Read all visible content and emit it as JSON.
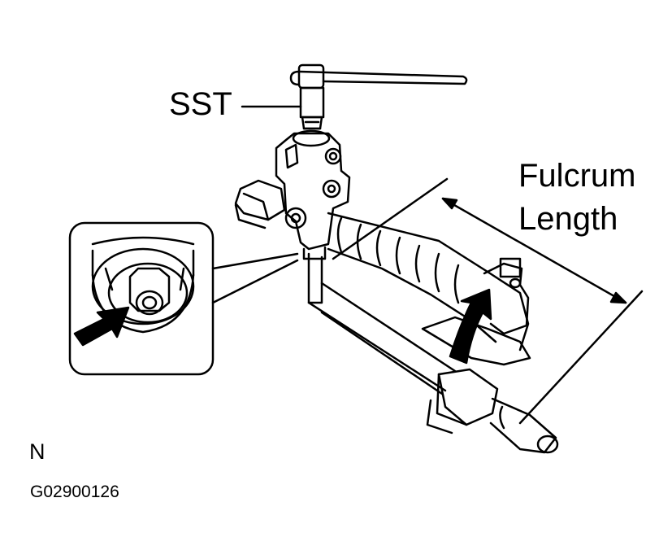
{
  "labels": {
    "sst": "SST",
    "fulcrum_line1": "Fulcrum",
    "fulcrum_line2": "Length",
    "orientation": "N",
    "figure_code": "G02900126"
  },
  "colors": {
    "line": "#000000",
    "background": "#ffffff"
  }
}
